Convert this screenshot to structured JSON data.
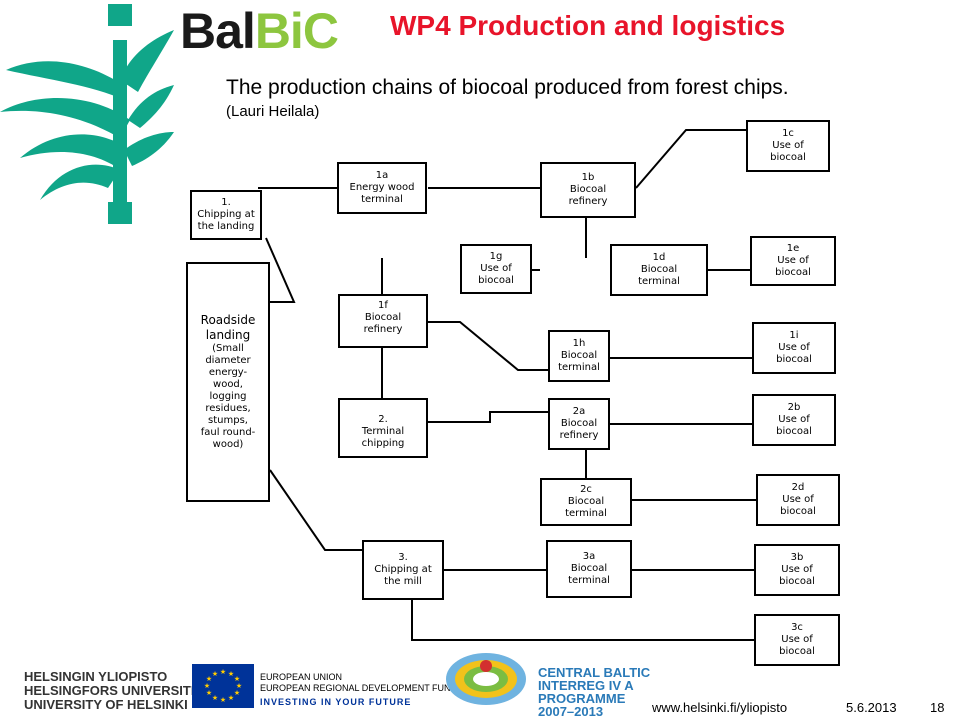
{
  "brand": {
    "part1": "Bal",
    "part2": "BiC"
  },
  "title": "WP4 Production and logistics",
  "subtitle": "The production chains of biocoal produced from forest chips.",
  "author": "(Lauri Heilala)",
  "nodes": {
    "n1": "1.\nChipping at\nthe landing",
    "n1a": "1a\nEnergy wood\nterminal",
    "n1b": "1b\nBiocoal\nrefinery",
    "n1c": "1c\nUse of\nbiocoal",
    "n1g": "1g\nUse of\nbiocoal",
    "n1d": "1d\nBiocoal\nterminal",
    "n1e": "1e\nUse of\nbiocoal",
    "roadside_title": "Roadside\nlanding",
    "roadside_desc": "(Small\ndiameter\nenergy-\nwood,\nlogging\nresidues,\nstumps,\nfaul round-\nwood)",
    "n1f": "1f\nBiocoal\nrefinery",
    "n2": "2.\nTerminal\nchipping",
    "n1h": "1h\nBiocoal\nterminal",
    "n1i": "1i\nUse of\nbiocoal",
    "n2a": "2a\nBiocoal\nrefinery",
    "n2b": "2b\nUse of\nbiocoal",
    "n2c": "2c\nBiocoal\nterminal",
    "n2d": "2d\nUse of\nbiocoal",
    "n3": "3.\nChipping at\nthe mill",
    "n3a": "3a\nBiocoal\nterminal",
    "n3b": "3b\nUse of\nbiocoal",
    "n3c": "3c\nUse of\nbiocoal"
  },
  "footer": {
    "uh_line1": "HELSINGIN YLIOPISTO",
    "uh_line2": "HELSINGFORS UNIVERSITET",
    "uh_line3": "UNIVERSITY OF HELSINKI",
    "eu_line1": "EUROPEAN UNION",
    "eu_line2": "EUROPEAN REGIONAL DEVELOPMENT FUND",
    "eu_line3": "INVESTING IN YOUR FUTURE",
    "cb_line1": "CENTRAL BALTIC",
    "cb_line2": "INTERREG IV A",
    "cb_line3": "PROGRAMME",
    "cb_line4": "2007–2013",
    "url": "www.helsinki.fi/yliopisto",
    "date": "5.6.2013",
    "page": "18"
  },
  "colors": {
    "title": "#e8142a",
    "uh_green": "#10a689",
    "bic_green": "#8dc63f",
    "eu_blue": "#003399"
  }
}
